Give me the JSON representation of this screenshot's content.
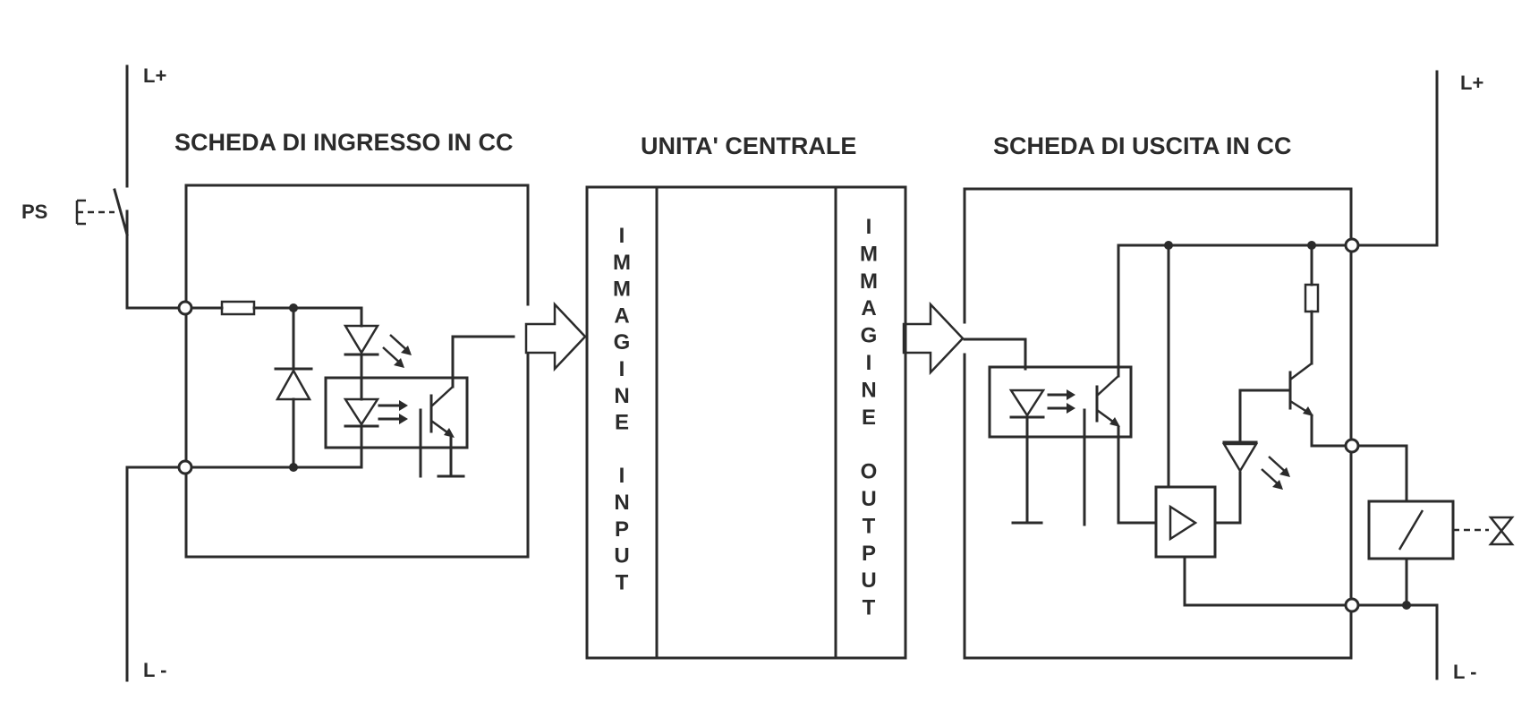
{
  "titles": {
    "input_card": "SCHEDA DI INGRESSO IN CC",
    "central_unit": "UNITA' CENTRALE",
    "output_card": "SCHEDA DI USCITA IN CC"
  },
  "rails": {
    "left_plus": "L+",
    "left_minus": "L -",
    "right_plus": "L+",
    "right_minus": "L -"
  },
  "switch_label": "PS",
  "image_input": [
    "I",
    "M",
    "M",
    "A",
    "G",
    "I",
    "N",
    "E",
    "",
    "I",
    "N",
    "P",
    "U",
    "T"
  ],
  "image_output": [
    "I",
    "M",
    "M",
    "A",
    "G",
    "I",
    "N",
    "E",
    "",
    "O",
    "U",
    "T",
    "P",
    "U",
    "T"
  ],
  "colors": {
    "ink": "#2b2b2b",
    "background": "#ffffff"
  }
}
